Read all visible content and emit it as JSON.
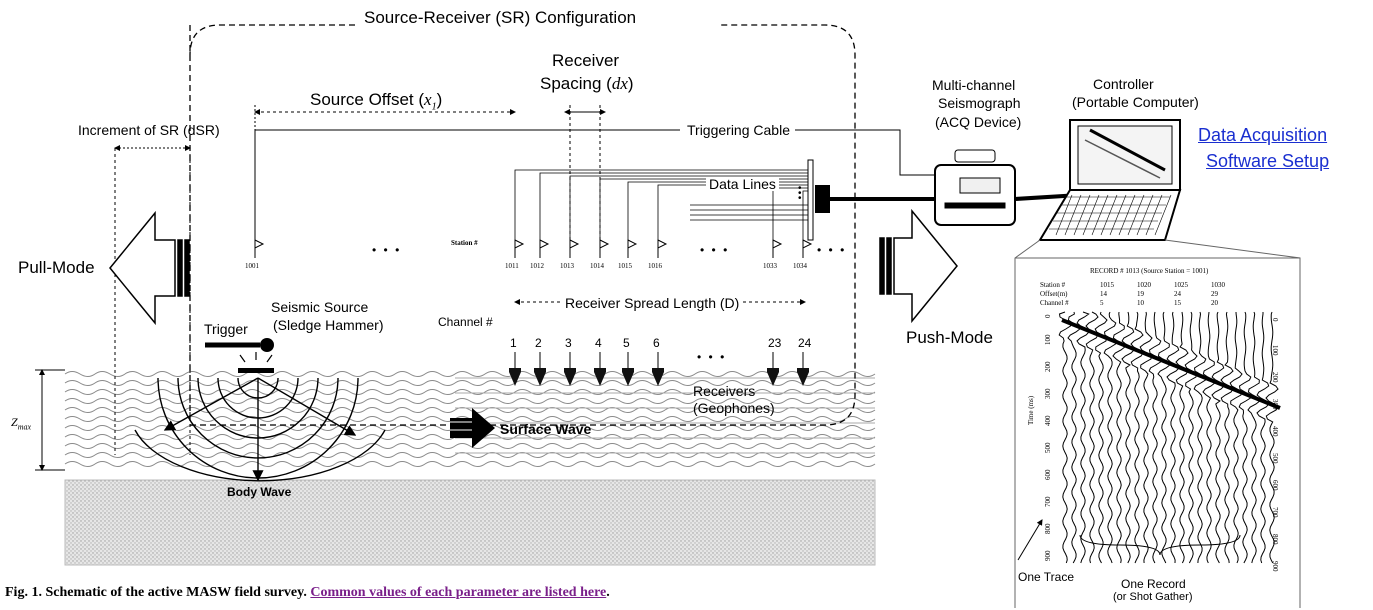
{
  "title": "Source-Receiver (SR) Configuration",
  "labels": {
    "receiver_spacing_line1": "Receiver",
    "receiver_spacing_line2": "Spacing (",
    "receiver_spacing_var": "dx",
    "source_offset": "Source Offset (",
    "source_offset_var": "x",
    "source_offset_sub": "1",
    "increment_sr": "Increment of SR (dSR)",
    "triggering_cable": "Triggering Cable",
    "data_lines": "Data Lines",
    "pull_mode": "Pull-Mode",
    "push_mode": "Push-Mode",
    "seismic_source_1": "Seismic Source",
    "seismic_source_2": "(Sledge Hammer)",
    "trigger": "Trigger",
    "channel": "Channel #",
    "station": "Station #",
    "receiver_spread": "Receiver Spread Length (D)",
    "receivers_1": "Receivers",
    "receivers_2": "(Geophones)",
    "surface_wave": "Surface Wave",
    "body_wave": "Body Wave",
    "zmax": "Z",
    "zmax_sub": "max",
    "seismograph_1": "Multi-channel",
    "seismograph_2": "Seismograph",
    "seismograph_3": "(ACQ Device)",
    "controller_1": "Controller",
    "controller_2": "(Portable Computer)",
    "one_trace": "One Trace",
    "one_record_1": "One Record",
    "one_record_2": "(or Shot Gather)",
    "ellipsis": "• • •"
  },
  "stations": {
    "source": "1001",
    "receivers": [
      "1011",
      "1012",
      "1013",
      "1014",
      "1015",
      "1016",
      "1033",
      "1034"
    ]
  },
  "channels": [
    "1",
    "2",
    "3",
    "4",
    "5",
    "6",
    "23",
    "24"
  ],
  "record": {
    "title": "RECORD # 1013 (Source Station = 1001)",
    "row_labels": [
      "Station #",
      "Offset(m)",
      "Channel #"
    ],
    "station_vals": [
      "1015",
      "1020",
      "1025",
      "1030"
    ],
    "offset_vals": [
      "14",
      "19",
      "24",
      "29"
    ],
    "channel_vals": [
      "5",
      "10",
      "15",
      "20"
    ],
    "time_label": "Time (ms)",
    "time_ticks": [
      "0",
      "100",
      "200",
      "300",
      "400",
      "500",
      "600",
      "700",
      "800",
      "900"
    ]
  },
  "links": {
    "software_1": "Data Acquisition",
    "software_2": "Software Setup"
  },
  "caption": {
    "text": "Fig. 1.  Schematic of the active MASW field survey.  ",
    "link": "Common values of each parameter are listed here",
    "end": "."
  },
  "colors": {
    "link": "#1a2fd0",
    "visited_link": "#7a1f8a"
  }
}
